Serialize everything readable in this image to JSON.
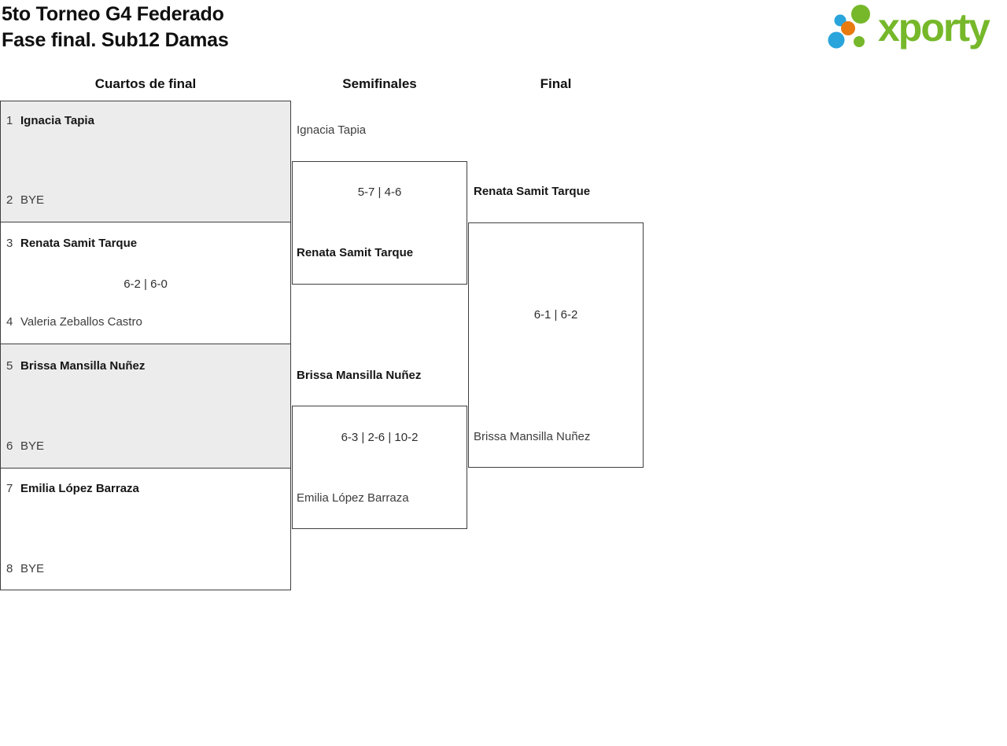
{
  "header": {
    "title_line1": "5to Torneo G4 Federado",
    "title_line2": "Fase final. Sub12 Damas",
    "logo_text": "xporty"
  },
  "columns": {
    "quarterfinals": "Cuartos de final",
    "semifinals": "Semifinales",
    "final": "Final"
  },
  "colors": {
    "logo_green": "#76b82a",
    "logo_blue": "#29a5dc",
    "logo_orange": "#e87a10",
    "box_border": "#3f3f3f",
    "box_alt_fill": "#ececec",
    "winner_text": "#161616",
    "normal_text": "#3d3d3d"
  },
  "bracket": {
    "quarterfinals": [
      {
        "seed1": "1",
        "player1": "Ignacia Tapia",
        "seed2": "2",
        "player2": "BYE",
        "score": "",
        "winner": "player1"
      },
      {
        "seed1": "3",
        "player1": "Renata Samit Tarque",
        "seed2": "4",
        "player2": "Valeria Zeballos Castro",
        "score": "6-2 | 6-0",
        "winner": "player1"
      },
      {
        "seed1": "5",
        "player1": "Brissa Mansilla Nuñez",
        "seed2": "6",
        "player2": "BYE",
        "score": "",
        "winner": "player1"
      },
      {
        "seed1": "7",
        "player1": "Emilia López Barraza",
        "seed2": "8",
        "player2": "BYE",
        "score": "",
        "winner": "player1"
      }
    ],
    "semifinals": [
      {
        "player1": "Ignacia Tapia",
        "player2": "Renata Samit Tarque",
        "score": "5-7 | 4-6",
        "winner": "player2"
      },
      {
        "player1": "Brissa Mansilla Nuñez",
        "player2": "Emilia López Barraza",
        "score": "6-3 | 2-6 | 10-2",
        "winner": "player1"
      }
    ],
    "final": {
      "player1": "Renata Samit Tarque",
      "player2": "Brissa Mansilla Nuñez",
      "score": "6-1 | 6-2",
      "winner": "player1"
    }
  }
}
